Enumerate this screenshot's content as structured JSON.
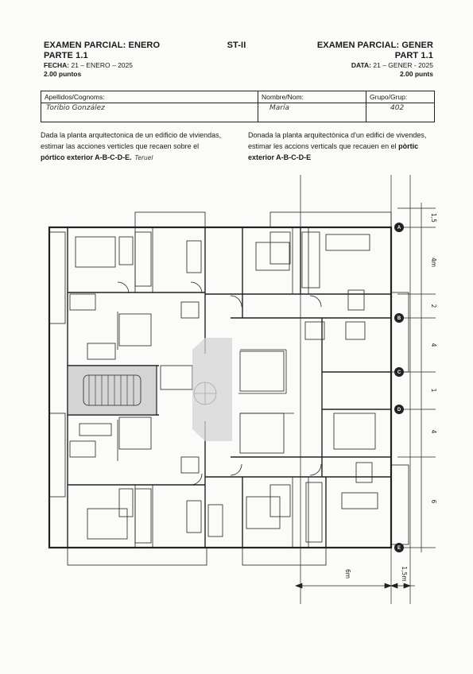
{
  "header": {
    "left": {
      "title": "EXAMEN PARCIAL: ENERO",
      "part": "PARTE 1.1",
      "date_label": "FECHA:",
      "date_value": "21 – ENERO – 2025",
      "points": "2.00 puntos"
    },
    "center": {
      "code": "ST-II"
    },
    "right": {
      "title": "EXAMEN PARCIAL: GENER",
      "part": "PART 1.1",
      "date_label": "DATA:",
      "date_value": "21 – GENER - 2025",
      "points": "2.00 punts"
    }
  },
  "id_box": {
    "surname_label": "Apellidos/Cognoms:",
    "surname_value": "Toribio González",
    "name_label": "Nombre/Nom:",
    "name_value": "María",
    "group_label": "Grupo/Grup:",
    "group_value": "402"
  },
  "statement": {
    "es": {
      "line1": "Dada la planta arquitectonica de un edificio de viviendas,",
      "line2": "estimar las acciones verticles que recaen sobre el",
      "bold": "pórtico exterior A-B-C-D-E.",
      "note": "Teruel"
    },
    "ca": {
      "line1": "Donada la planta arquitectònica d'un edifici de vivendes,",
      "line2": "estimar les accions verticals que recauen en el",
      "bold_inline": "pòrtic",
      "bold": "exterior A-B-C-D-E"
    }
  },
  "plan": {
    "axes": [
      "A",
      "B",
      "C",
      "D",
      "E"
    ],
    "right_dims": [
      "1,5",
      "4m",
      "2",
      "4",
      "1",
      "4",
      "6"
    ],
    "bottom_dims": [
      "6m",
      "1,5m"
    ]
  }
}
